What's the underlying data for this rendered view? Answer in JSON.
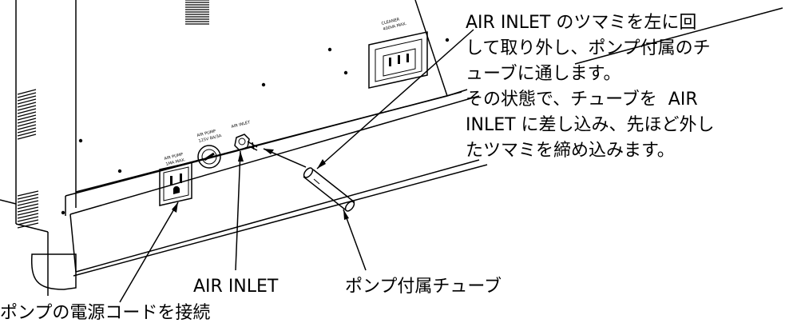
{
  "description": {
    "lines": [
      "AIR INLET のツマミを左に回",
      "して取り外し、ポンプ付属のチ",
      "ューブに通します。",
      "その状態で、チューブを  AIR",
      "INLET に差し込み、先ほど外し",
      "たツマミを締め込みます。"
    ]
  },
  "callouts": {
    "air_inlet": "AIR INLET",
    "pump_tube": "ポンプ付属チューブ",
    "power_cord": "ポンプの電源コードを接続"
  },
  "panel_labels": {
    "air_pump_outlet": [
      "AIR PUMP",
      "1MA MAX."
    ],
    "air_pump_fuse": [
      "AIR PUMP",
      "125V 8A/3A"
    ],
    "air_inlet": "AIR INLET",
    "cleaner": [
      "CLEANER",
      "400VA MAX."
    ]
  },
  "colors": {
    "line": "#000000",
    "background": "#ffffff"
  }
}
